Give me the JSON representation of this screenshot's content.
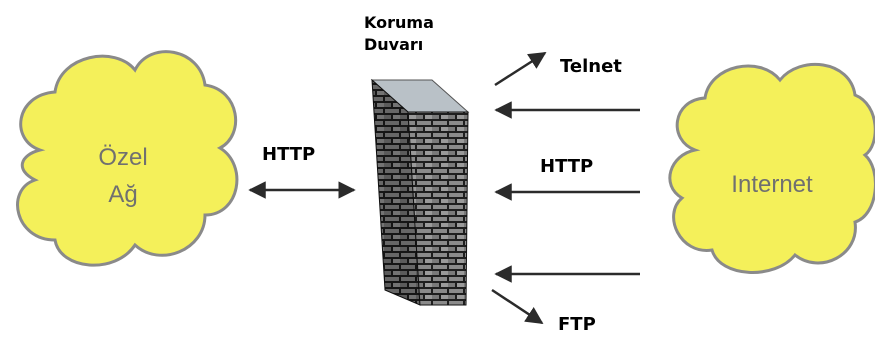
{
  "colors": {
    "cloud_fill": "#f4f05a",
    "cloud_stroke": "#8a8a8a",
    "arrow": "#2b2b2b",
    "wall_brick": "#8a8a8a",
    "wall_mortar": "#1e1e1e",
    "wall_cap": "#b9c1c7"
  },
  "left_cloud": {
    "line1": "Özel",
    "line2": "Ağ"
  },
  "right_cloud": {
    "label": "Internet"
  },
  "firewall": {
    "title_line1": "Koruma",
    "title_line2": "Duvarı"
  },
  "connections": {
    "left_http": "HTTP",
    "telnet": "Telnet",
    "right_http": "HTTP",
    "ftp": "FTP"
  }
}
